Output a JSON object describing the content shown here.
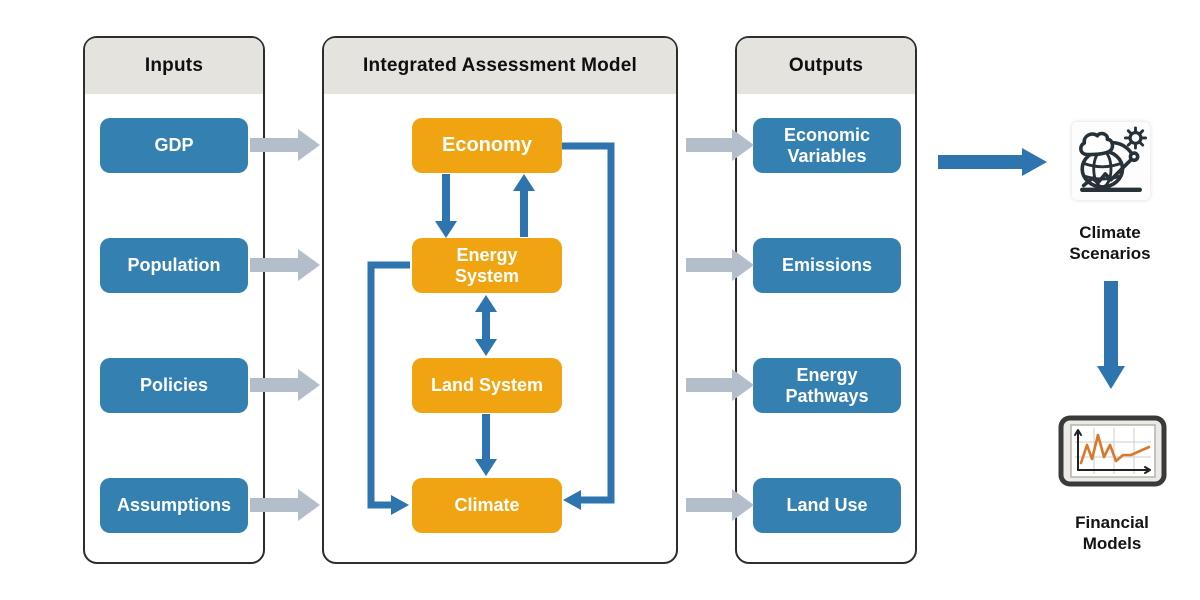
{
  "diagram": {
    "inputs_panel": {
      "title": "Inputs",
      "items": [
        "GDP",
        "Population",
        "Policies",
        "Assumptions"
      ]
    },
    "model_panel": {
      "title": "Integrated Assessment Model",
      "nodes": [
        "Economy",
        "Energy\nSystem",
        "Land System",
        "Climate"
      ]
    },
    "outputs_panel": {
      "title": "Outputs",
      "items": [
        "Economic\nVariables",
        "Emissions",
        "Energy\nPathways",
        "Land Use"
      ]
    },
    "downstream": {
      "climate_scenarios_label": "Climate\nScenarios",
      "financial_models_label": "Financial\nModels"
    },
    "edges": [
      {
        "from": "GDP",
        "to": "Integrated Assessment Model",
        "style": "gray"
      },
      {
        "from": "Population",
        "to": "Integrated Assessment Model",
        "style": "gray"
      },
      {
        "from": "Policies",
        "to": "Integrated Assessment Model",
        "style": "gray"
      },
      {
        "from": "Assumptions",
        "to": "Integrated Assessment Model",
        "style": "gray"
      },
      {
        "from": "Integrated Assessment Model",
        "to": "Economic Variables",
        "style": "gray"
      },
      {
        "from": "Integrated Assessment Model",
        "to": "Emissions",
        "style": "gray"
      },
      {
        "from": "Integrated Assessment Model",
        "to": "Energy Pathways",
        "style": "gray"
      },
      {
        "from": "Integrated Assessment Model",
        "to": "Land Use",
        "style": "gray"
      },
      {
        "from": "Economy",
        "to": "Energy System",
        "style": "blue"
      },
      {
        "from": "Energy System",
        "to": "Economy",
        "style": "blue"
      },
      {
        "from": "Energy System",
        "to": "Land System",
        "style": "blue-double"
      },
      {
        "from": "Land System",
        "to": "Climate",
        "style": "blue"
      },
      {
        "from": "Economy",
        "to": "Climate",
        "style": "blue-loop"
      },
      {
        "from": "Energy System",
        "to": "Climate",
        "style": "blue-loop"
      },
      {
        "from": "Outputs",
        "to": "Climate Scenarios",
        "style": "blue"
      },
      {
        "from": "Climate Scenarios",
        "to": "Financial Models",
        "style": "blue"
      }
    ],
    "colors": {
      "io_box": "#3480b1",
      "model_box": "#f0a412",
      "flow_arrow": "#2e74ae",
      "transfer_arrow": "#b4becb",
      "panel_header": "#e5e3de"
    }
  }
}
